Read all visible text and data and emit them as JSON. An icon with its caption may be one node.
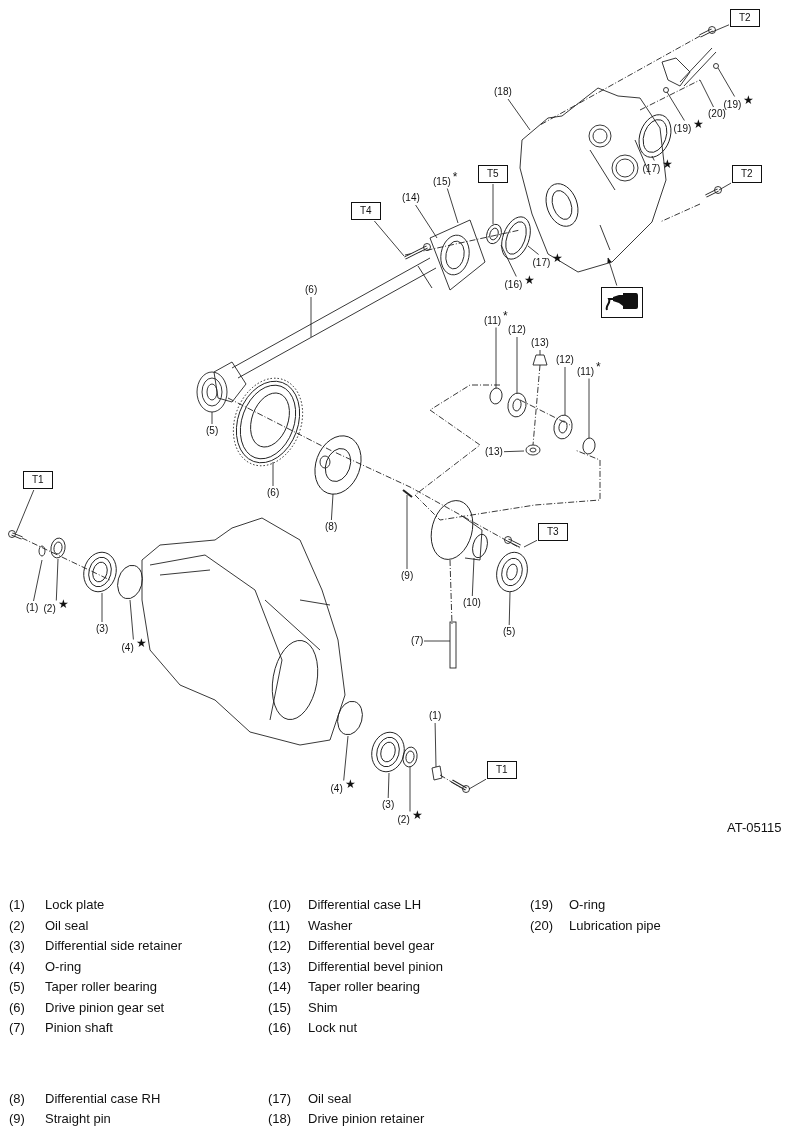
{
  "diagram": {
    "nodes": [
      {
        "text": [
          "T2"
        ]
      },
      {
        "text": [
          "(18)"
        ]
      },
      {
        "text": [
          "(19)"
        ],
        "beside": [
          "★"
        ]
      },
      {
        "text": [
          "(20)"
        ]
      },
      {
        "text": [
          "(19)"
        ],
        "beside": [
          "★"
        ]
      },
      {
        "text": [
          "(17)"
        ],
        "beside": [
          "★"
        ]
      },
      {
        "text": [
          "T2"
        ]
      },
      {
        "text": [
          "(15)"
        ],
        "beside": [
          "*"
        ]
      },
      {
        "text": [
          "T5"
        ]
      },
      {
        "text": [
          "(14)"
        ]
      },
      {
        "text": [
          "T4"
        ]
      },
      {
        "text": [
          "(17)"
        ],
        "beside": [
          "★"
        ]
      },
      {
        "text": [
          "(16)"
        ],
        "beside": [
          "★"
        ]
      },
      {
        "text": [],
        "shape": "picture"
      },
      {
        "text": [
          "(6)"
        ]
      },
      {
        "text": [
          "(11)"
        ],
        "beside": [
          "*"
        ]
      },
      {
        "text": [
          "(12)"
        ]
      },
      {
        "text": [
          "(13)"
        ]
      },
      {
        "text": [
          "(12)"
        ]
      },
      {
        "text": [
          "(11)"
        ],
        "beside": [
          "*"
        ]
      },
      {
        "text": [
          "(13)"
        ]
      },
      {
        "text": [
          "(5)"
        ]
      },
      {
        "text": [
          "(6)"
        ]
      },
      {
        "text": [
          "(8)"
        ]
      },
      {
        "text": [
          "T1"
        ]
      },
      {
        "text": [
          "T3"
        ]
      },
      {
        "text": [
          "(9)"
        ]
      },
      {
        "text": [
          "(1)"
        ]
      },
      {
        "text": [
          "(2)"
        ],
        "beside": [
          "★"
        ]
      },
      {
        "text": [
          "(3)"
        ]
      },
      {
        "text": [
          "(4)"
        ],
        "beside": [
          "★"
        ]
      },
      {
        "text": [
          "(10)"
        ]
      },
      {
        "text": [
          "(5)"
        ]
      },
      {
        "text": [
          "(7)"
        ]
      },
      {
        "text": [
          "(1)"
        ]
      },
      {
        "text": [
          "T1"
        ]
      },
      {
        "text": [
          "(4)"
        ],
        "beside": [
          "★"
        ]
      },
      {
        "text": [
          "(3)"
        ]
      },
      {
        "text": [
          "(2)"
        ],
        "beside": [
          "★"
        ]
      }
    ],
    "edges": [
      {
        "from": 0,
        "to": null,
        "arrow": "none"
      },
      {
        "from": 1,
        "to": null,
        "arrow": "none"
      },
      {
        "from": 2,
        "to": null,
        "arrow": "none"
      },
      {
        "from": 3,
        "to": null,
        "arrow": "none"
      },
      {
        "from": 4,
        "to": null,
        "arrow": "none"
      },
      {
        "from": 5,
        "to": null,
        "arrow": "none"
      },
      {
        "from": 6,
        "to": null,
        "arrow": "none"
      },
      {
        "from": 7,
        "to": null,
        "arrow": "none"
      },
      {
        "from": 8,
        "to": null,
        "arrow": "none"
      },
      {
        "from": 9,
        "to": null,
        "arrow": "none"
      },
      {
        "from": 10,
        "to": null,
        "arrow": "none"
      },
      {
        "from": 11,
        "to": null,
        "arrow": "none"
      },
      {
        "from": 12,
        "to": null,
        "arrow": "none"
      },
      {
        "from": 13,
        "to": null,
        "arrow": "to"
      },
      {
        "from": 14,
        "to": null,
        "arrow": "none"
      },
      {
        "from": 15,
        "to": null,
        "arrow": "none"
      },
      {
        "from": 16,
        "to": null,
        "arrow": "none"
      },
      {
        "from": 17,
        "to": null,
        "arrow": "none"
      },
      {
        "from": 18,
        "to": null,
        "arrow": "none"
      },
      {
        "from": 19,
        "to": null,
        "arrow": "none"
      },
      {
        "from": 20,
        "to": null,
        "arrow": "none"
      },
      {
        "from": 21,
        "to": null,
        "arrow": "none"
      },
      {
        "from": 22,
        "to": null,
        "arrow": "none"
      },
      {
        "from": 23,
        "to": null,
        "arrow": "none"
      },
      {
        "from": 24,
        "to": null,
        "arrow": "none"
      },
      {
        "from": 25,
        "to": null,
        "arrow": "none"
      },
      {
        "from": 26,
        "to": null,
        "arrow": "none"
      },
      {
        "from": 27,
        "to": null,
        "arrow": "none"
      },
      {
        "from": 28,
        "to": null,
        "arrow": "none"
      },
      {
        "from": 29,
        "to": null,
        "arrow": "none"
      },
      {
        "from": 30,
        "to": null,
        "arrow": "none"
      },
      {
        "from": 31,
        "to": null,
        "arrow": "none"
      },
      {
        "from": 32,
        "to": null,
        "arrow": "none"
      },
      {
        "from": 33,
        "to": null,
        "arrow": "none"
      },
      {
        "from": 34,
        "to": null,
        "arrow": "none"
      },
      {
        "from": 35,
        "to": null,
        "arrow": "none"
      },
      {
        "from": 36,
        "to": null,
        "arrow": "none"
      },
      {
        "from": 37,
        "to": null,
        "arrow": "none"
      },
      {
        "from": 38,
        "to": null,
        "arrow": "none"
      }
    ],
    "labels": [
      "AT-05115",
      "(1)",
      "Lock plate",
      "(10)",
      "Differential case LH",
      "(19)",
      "O-ring",
      "(2)",
      "Oil seal",
      "(11)",
      "Washer",
      "(20)",
      "Lubrication pipe",
      "(3)",
      "Differential side retainer",
      "(12)",
      "Differential bevel gear",
      "(4)",
      "O-ring",
      "(13)",
      "Differential bevel pinion",
      "(5)",
      "Taper roller bearing",
      "(14)",
      "Taper roller bearing",
      "(6)",
      "Drive pinion gear set",
      "(15)",
      "Shim",
      "(7)",
      "Pinion shaft",
      "(16)",
      "Lock nut",
      "(8)",
      "Differential case RH",
      "(17)",
      "Oil seal",
      "(9)",
      "Straight pin",
      "(18)",
      "Drive pinion retainer"
    ]
  }
}
